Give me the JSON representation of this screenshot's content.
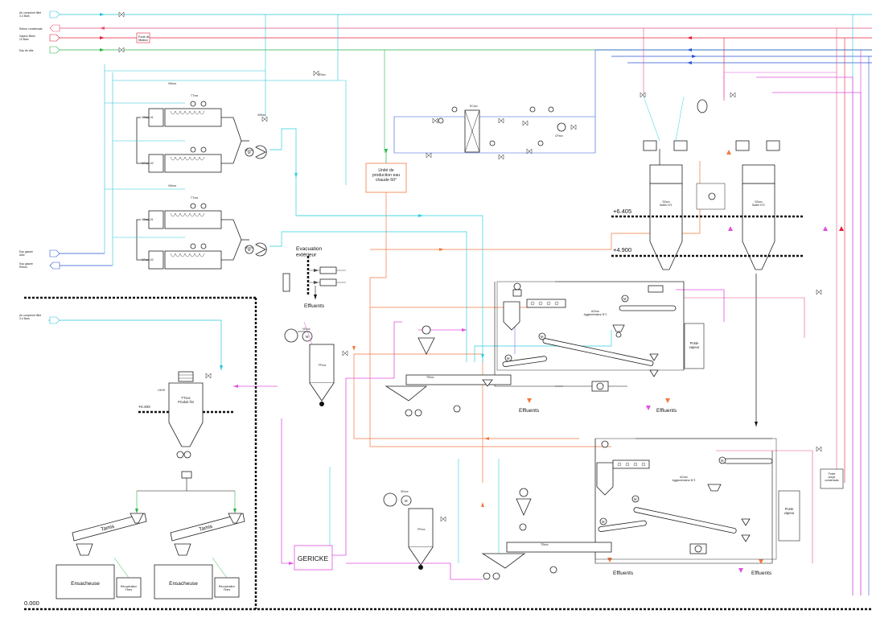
{
  "colors": {
    "air": "#27c4dc",
    "condensate": "#e8507a",
    "steam": "#e41f3a",
    "city_water": "#2ab34a",
    "chilled": "#2a55d6",
    "hot_water": "#f07a40",
    "product": "#e050e0",
    "cyan_line": "#2fd0e0",
    "black": "#111111",
    "violet": "#8a6ad8"
  },
  "utilities": {
    "compressed_air": "Air comprimé filtré\n3-4 Bars",
    "condensate_return": "Retour condensats",
    "steam": "Vapeur filtrée\n10 Bars",
    "steam_filter_box": "Poste de\nfiltration",
    "city_water": "Eau de ville",
    "chilled_water_supply": "Eau glacée\nAller",
    "chilled_water_return": "Eau glacée\nRetour",
    "compressed_air_2": "Air comprimé filtré\n3-4 Bars"
  },
  "labels": {
    "hot_water_unit": "Unité de\nproduction eau\nchaude 60°",
    "exhaust": "Evacuation\nextérieur",
    "effluents": "Effluents",
    "level_1": "+6.405",
    "level_2": "+4.900",
    "level_3": "+x.xxx",
    "level_0": "0.000",
    "gericke": "GERICKE",
    "tamis": "Tamis",
    "ensacheuse": "Ensacheuse",
    "recup_fines": "Récupération\nFines",
    "poste_vapeur": "Poste\nvapeur",
    "poste_purge": "Poste\npurge\ncondensats",
    "agglo1": "AGxxx\nAgglomérateur N°1",
    "agglo2": "AGxxx\nAgglomérateur N°2",
    "buffer1": "SSxxx\nBuffer N°1",
    "buffer2": "SSxxx\nBuffer N°2",
    "product_silo": "TTxxx\nProduit fini",
    "ttxxx": "TTxxx",
    "vmxxx": "VMxxx",
    "vexxx": "VExxx",
    "vrxxx": "VRxxx",
    "fpxxx": "FPxxx",
    "gfxxx1": "GFxxx-01",
    "gfxxx2": "GFxxx-02",
    "tt": "TT",
    "m": "M",
    "ecxx": "ECxxx",
    "ptxxx": "PTxxx",
    "cppxx": "CPxxx",
    "trxxx": "TRxxx",
    "vbxxx": "VBxxx",
    "exxxx": "EXxxx",
    "rvxxx": "RVxxx",
    "lsh": "LSHH"
  }
}
